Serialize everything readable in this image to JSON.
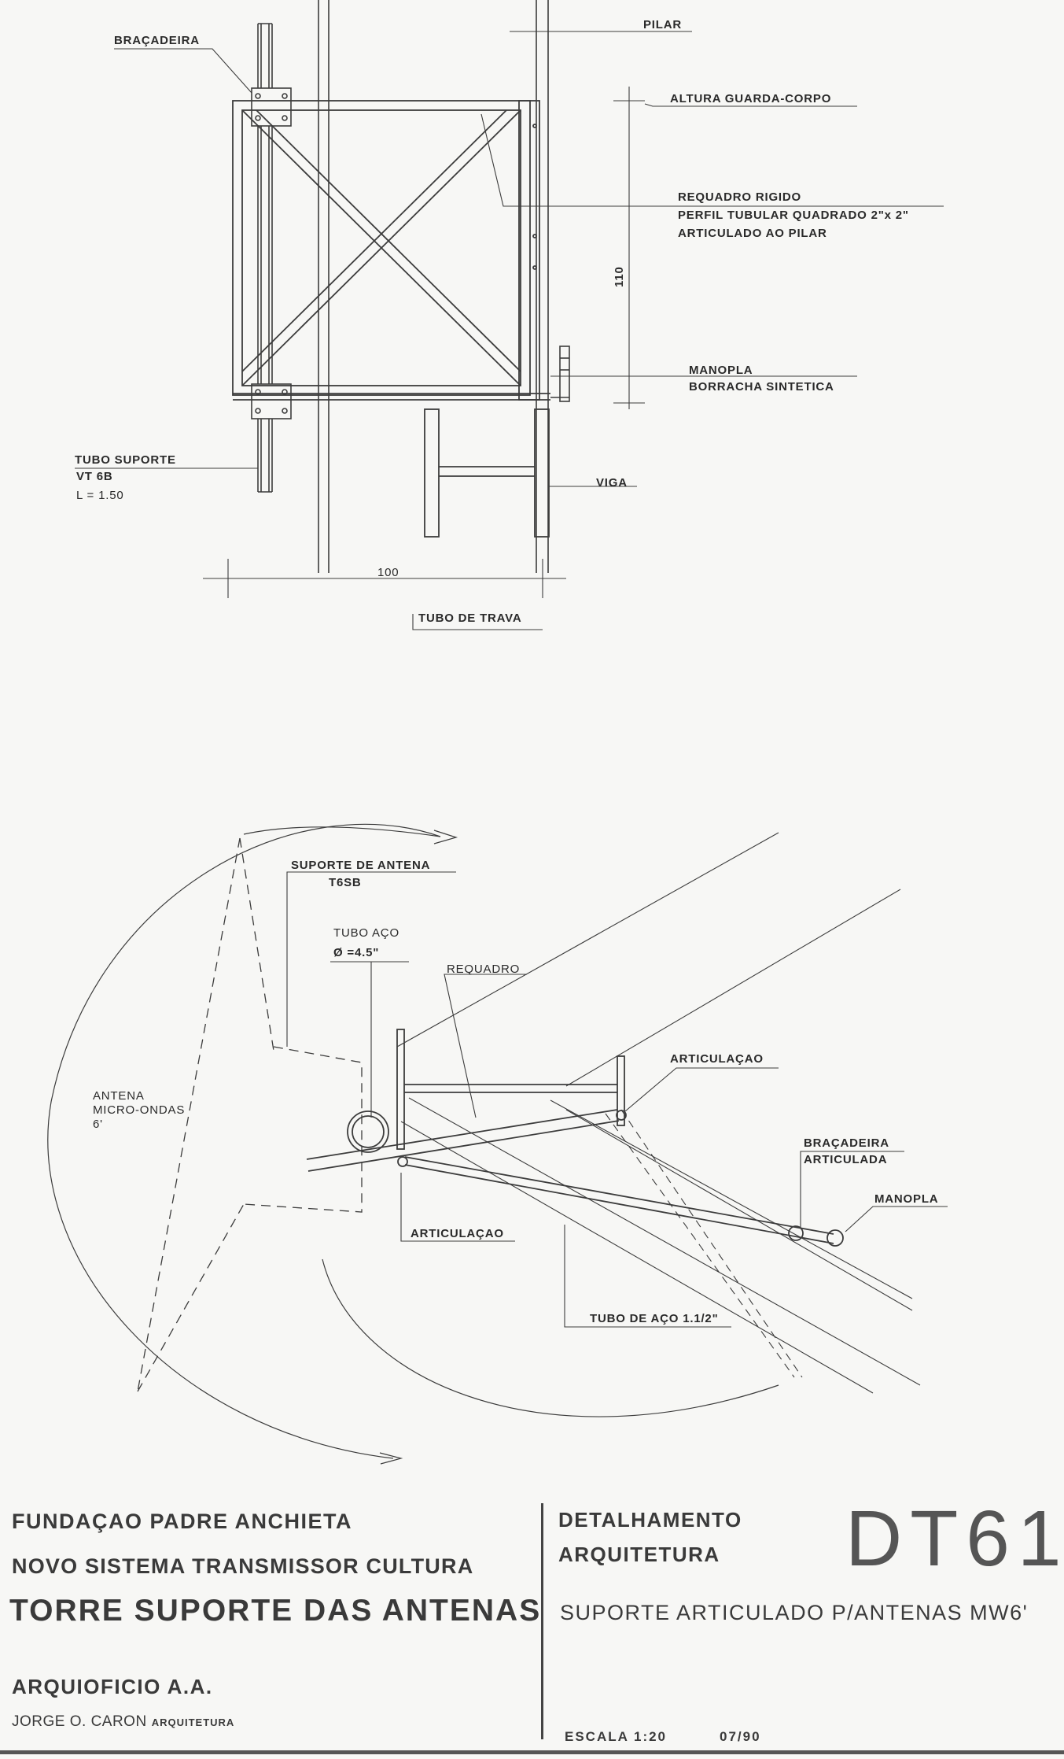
{
  "drawing_labels": {
    "bracadeira": "BRAÇADEIRA",
    "pilar": "PILAR",
    "altura_guarda_corpo": "ALTURA GUARDA-CORPO",
    "requadro_rigido_1": "REQUADRO RIGIDO",
    "requadro_rigido_2": "PERFIL TUBULAR QUADRADO 2\"x 2\"",
    "requadro_rigido_3": "ARTICULADO AO PILAR",
    "dim_110": "110",
    "manopla_1": "MANOPLA",
    "manopla_2": "BORRACHA SINTETICA",
    "tubo_suporte_1": "TUBO SUPORTE",
    "tubo_suporte_2": "VT 6B",
    "tubo_suporte_3": "L = 1.50",
    "viga": "VIGA",
    "dim_100": "100",
    "tubo_de_trava": "TUBO DE TRAVA",
    "suporte_antena_1": "SUPORTE DE ANTENA",
    "suporte_antena_2": "T6SB",
    "tubo_aco_1": "TUBO AÇO",
    "tubo_aco_2": "Ø =4.5\"",
    "requadro": "REQUADRO",
    "articulacao_top": "ARTICULAÇAO",
    "antena_1": "ANTENA",
    "antena_2": "MICRO-ONDAS",
    "antena_3": "6'",
    "bracadeira_art_1": "BRAÇADEIRA",
    "bracadeira_art_2": "ARTICULADA",
    "manopla_lower": "MANOPLA",
    "articulacao_bottom": "ARTICULAÇAO",
    "tubo_de_aco_lower": "TUBO DE AÇO 1.1/2\""
  },
  "title_block": {
    "organization": "FUNDAÇAO PADRE ANCHIETA",
    "project": "NOVO SISTEMA TRANSMISSOR CULTURA",
    "title": "TORRE SUPORTE DAS ANTENAS",
    "office": "ARQUIOFICIO A.A.",
    "architect": "JORGE O. CARON",
    "architect_sub": "ARQUITETURA",
    "detail_line1": "DETALHAMENTO",
    "detail_line2": "ARQUITETURA",
    "sheet_number": "DT61",
    "description": "SUPORTE ARTICULADO P/ANTENAS MW6'",
    "scale": "ESCALA 1:20",
    "date": "07/90"
  }
}
